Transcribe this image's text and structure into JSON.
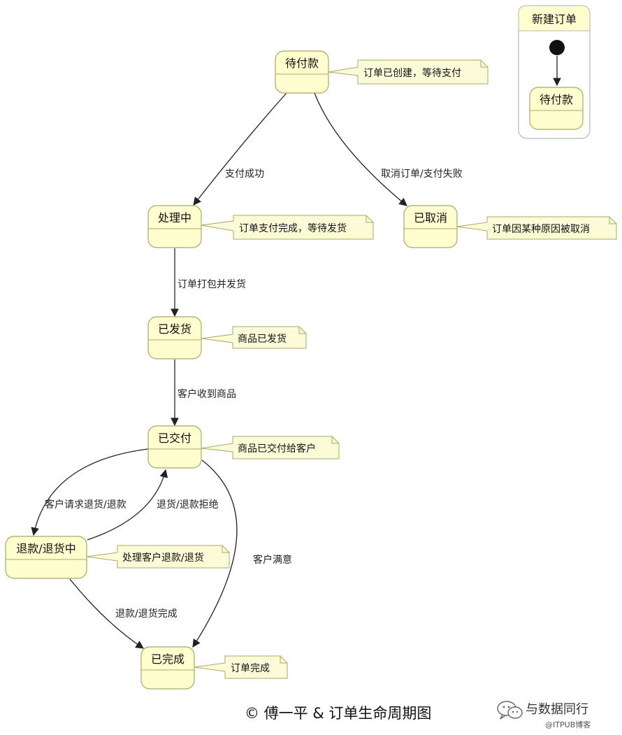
{
  "inset_frame": {
    "title": "新建订单",
    "initial_target": "待付款"
  },
  "states": [
    {
      "id": "pending_payment",
      "label": "待付款",
      "note": "订单已创建，等待支付"
    },
    {
      "id": "processing",
      "label": "处理中",
      "note": "订单支付完成，等待发货"
    },
    {
      "id": "cancelled",
      "label": "已取消",
      "note": "订单因某种原因被取消"
    },
    {
      "id": "shipped",
      "label": "已发货",
      "note": "商品已发货"
    },
    {
      "id": "delivered",
      "label": "已交付",
      "note": "商品已交付给客户"
    },
    {
      "id": "refunding",
      "label": "退款/退货中",
      "note": "处理客户退款/退货"
    },
    {
      "id": "completed",
      "label": "已完成",
      "note": "订单完成"
    }
  ],
  "transitions": [
    {
      "from": "pending_payment",
      "to": "processing",
      "label": "支付成功"
    },
    {
      "from": "pending_payment",
      "to": "cancelled",
      "label": "取消订单/支付失败"
    },
    {
      "from": "processing",
      "to": "shipped",
      "label": "订单打包并发货"
    },
    {
      "from": "shipped",
      "to": "delivered",
      "label": "客户收到商品"
    },
    {
      "from": "delivered",
      "to": "refunding",
      "label": "客户请求退货/退款"
    },
    {
      "from": "refunding",
      "to": "delivered",
      "label": "退货/退款拒绝"
    },
    {
      "from": "delivered",
      "to": "completed",
      "label": "客户满意"
    },
    {
      "from": "refunding",
      "to": "completed",
      "label": "退款/退货完成"
    }
  ],
  "caption": "© 傅一平 & 订单生命周期图",
  "watermark": {
    "name": "与数据同行",
    "sub": "@ITPUB博客"
  },
  "colors": {
    "state_fill": "#fefece",
    "state_border": "#a8a868",
    "note_fill": "#fbfbd8",
    "note_border": "#a8a868",
    "line": "#222222",
    "frame_border": "#b8b8b8"
  }
}
